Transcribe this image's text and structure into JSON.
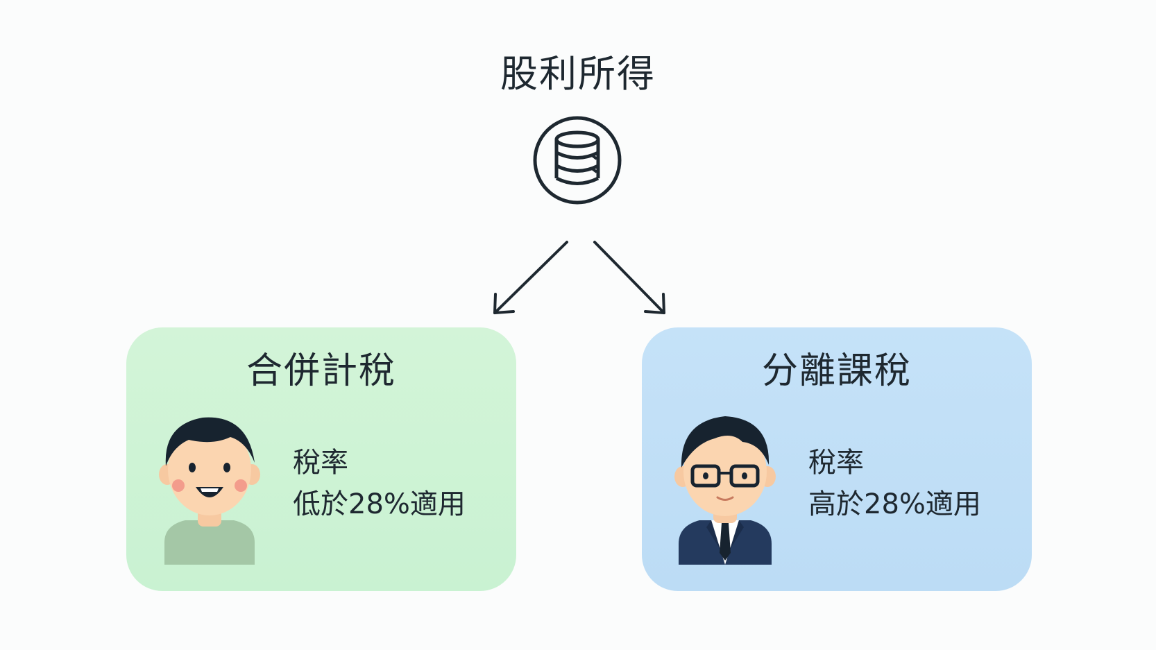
{
  "title": "股利所得",
  "icon": "coin-stack-icon",
  "colors": {
    "left_card": "#cdf3d5",
    "right_card": "#c1dff7",
    "ink": "#1e2830"
  },
  "options": [
    {
      "title": "合併計稅",
      "avatar": "casual-person-avatar",
      "label": "稅率",
      "description": "低於28%適用"
    },
    {
      "title": "分離課稅",
      "avatar": "businessman-avatar",
      "label": "稅率",
      "description": "高於28%適用"
    }
  ]
}
